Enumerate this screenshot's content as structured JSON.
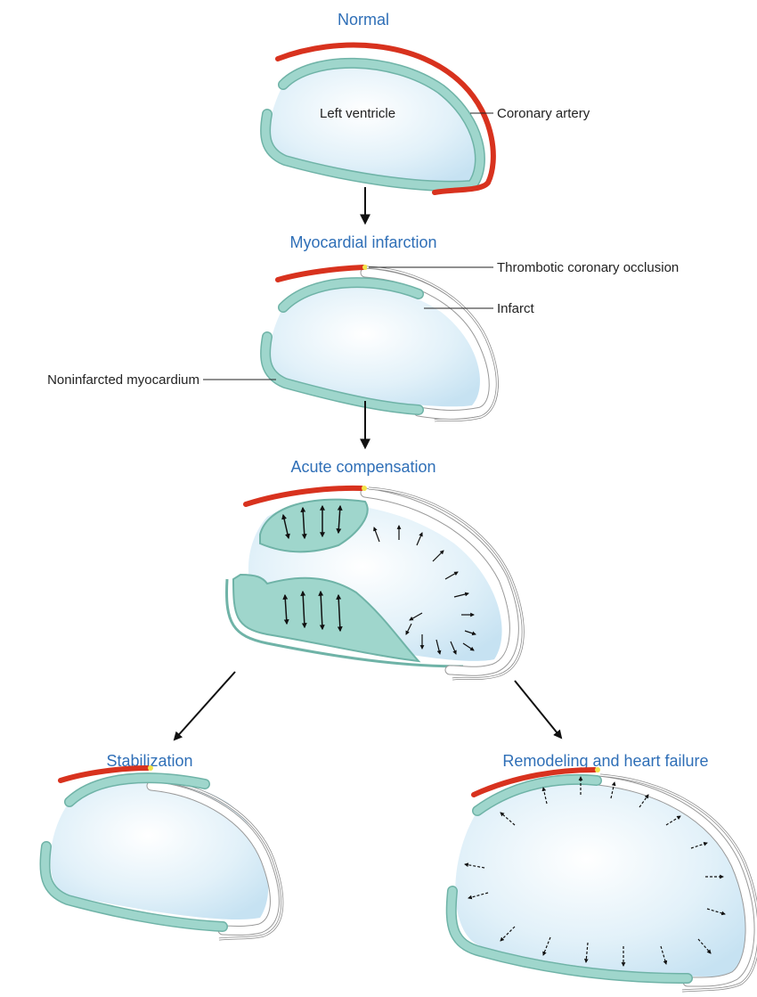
{
  "stages": {
    "normal": "Normal",
    "mi": "Myocardial infarction",
    "acute": "Acute compensation",
    "stabilization": "Stabilization",
    "remodeling": "Remodeling and heart failure"
  },
  "labels": {
    "left_ventricle": "Left ventricle",
    "coronary_artery": "Coronary artery",
    "thrombotic_occlusion": "Thrombotic coronary occlusion",
    "infarct": "Infarct",
    "noninfarcted": "Noninfarcted myocardium"
  },
  "colors": {
    "title_blue": "#2f6fb7",
    "myocardium": "#9fd6cc",
    "myocardium_edge": "#6fb3a7",
    "cavity": "#dcedf6",
    "artery_red": "#d8321e",
    "occlusion_yellow": "#f3e34a",
    "infarct_white": "#ffffff"
  }
}
